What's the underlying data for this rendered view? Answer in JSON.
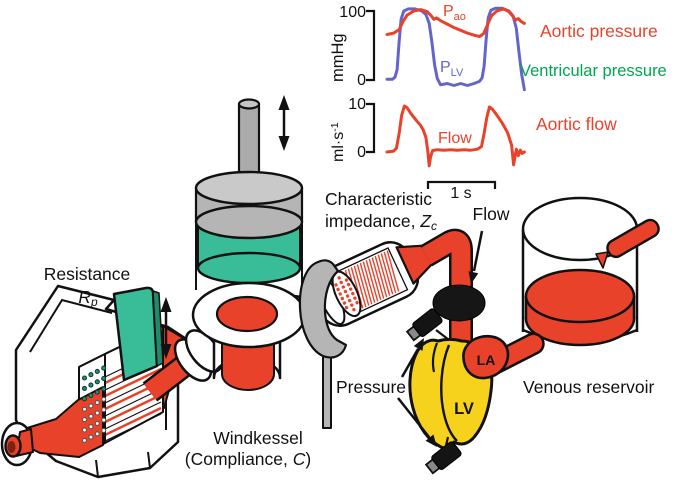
{
  "labels": {
    "resistance_title": "Resistance",
    "resistance_sym": "R",
    "resistance_sym_sub": "p",
    "windkessel_line1": "Windkessel",
    "windkessel_line2_a": "(Compliance, ",
    "windkessel_line2_sym": "C",
    "windkessel_line2_b": ")",
    "impedance_line1": "Characteristic",
    "impedance_line2_a": "impedance, ",
    "impedance_line2_sym": "Z",
    "impedance_line2_sub": "c",
    "flow": "Flow",
    "pressure": "Pressure",
    "reservoir": "Venous reservoir",
    "heart_la": "LA",
    "heart_lv": "LV"
  },
  "pressure_chart": {
    "unit": "mmHg",
    "tick_max": "100",
    "tick_min": "0",
    "pao_main": "P",
    "pao_sub": "ao",
    "plv_main": "P",
    "plv_sub": "LV",
    "legend_aortic": "Aortic pressure",
    "legend_ventricular": "Ventricular pressure"
  },
  "flow_chart": {
    "unit": "ml·s⁻¹",
    "unit_main": "ml·s",
    "unit_sup": "-1",
    "tick_max": "10",
    "tick_min": "0",
    "trace_label": "Flow",
    "legend": "Aortic flow",
    "scale_bar": "1 s"
  },
  "colors": {
    "red": "#e8432a",
    "blue": "#6465cc",
    "green_text": "#00a651",
    "teal": "#38bd98",
    "yellow": "#f6d21c",
    "gray": "#b5b5b5",
    "black": "#111111"
  },
  "chart_data": [
    {
      "type": "line",
      "title": "",
      "ylabel": "mmHg",
      "x_unit": "s",
      "ylim": [
        0,
        100
      ],
      "yticks": [
        0,
        100
      ],
      "x_scale_bar": "1 s",
      "legend_position": "right",
      "series": [
        {
          "name": "Aortic pressure",
          "label": "Pao",
          "color": "#e8432a",
          "x": [
            0.0,
            0.1,
            0.18,
            0.24,
            0.3,
            0.4,
            0.5,
            0.6,
            0.66,
            0.7,
            0.74,
            0.8,
            0.9,
            1.0,
            1.1,
            1.2,
            1.3,
            1.38,
            1.44,
            1.5,
            1.56,
            1.64,
            1.74,
            1.82,
            1.88,
            1.92,
            1.96,
            2.0,
            2.05
          ],
          "y": [
            66,
            68,
            73,
            85,
            94,
            100,
            102,
            99,
            93,
            88,
            90,
            86,
            81,
            76,
            72,
            68,
            65,
            63,
            67,
            80,
            93,
            100,
            103,
            99,
            92,
            87,
            89,
            85,
            82
          ]
        },
        {
          "name": "Ventricular pressure",
          "label": "PLV",
          "color": "#6465cc",
          "x": [
            0.0,
            0.08,
            0.12,
            0.15,
            0.18,
            0.21,
            0.25,
            0.32,
            0.42,
            0.52,
            0.58,
            0.63,
            0.67,
            0.71,
            0.75,
            0.8,
            0.9,
            1.0,
            1.1,
            1.2,
            1.3,
            1.38,
            1.42,
            1.45,
            1.48,
            1.51,
            1.55,
            1.62,
            1.72,
            1.82,
            1.88,
            1.93,
            1.97,
            2.01,
            2.05
          ],
          "y": [
            1,
            1,
            4,
            15,
            55,
            88,
            100,
            103,
            103,
            100,
            95,
            82,
            55,
            22,
            2,
            -7,
            -5,
            -8,
            -5,
            -8,
            -5,
            -2,
            3,
            20,
            60,
            90,
            101,
            104,
            104,
            100,
            93,
            75,
            40,
            8,
            -14
          ]
        }
      ]
    },
    {
      "type": "line",
      "title": "",
      "ylabel": "ml·s⁻¹",
      "x_unit": "s",
      "ylim": [
        0,
        10
      ],
      "yticks": [
        0,
        10
      ],
      "x_scale_bar": "1 s",
      "series": [
        {
          "name": "Aortic flow",
          "label": "Flow",
          "color": "#e8432a",
          "x": [
            0.0,
            0.1,
            0.14,
            0.18,
            0.22,
            0.26,
            0.3,
            0.36,
            0.44,
            0.5,
            0.54,
            0.58,
            0.61,
            0.63,
            0.65,
            0.68,
            0.75,
            0.85,
            0.95,
            1.05,
            1.15,
            1.25,
            1.35,
            1.41,
            1.45,
            1.49,
            1.53,
            1.58,
            1.64,
            1.72,
            1.8,
            1.86,
            1.89,
            1.91,
            1.93,
            1.96,
            1.99,
            2.02,
            2.05
          ],
          "y": [
            0,
            0.2,
            0.8,
            4,
            8,
            10,
            9.6,
            8.3,
            6.8,
            5.8,
            4.8,
            3.2,
            0,
            -3,
            -1,
            0.3,
            0.5,
            0.4,
            0.5,
            0.4,
            0.5,
            0.4,
            0.6,
            1.2,
            4,
            7.5,
            9.8,
            9.2,
            8,
            6.3,
            4.2,
            1.5,
            -2.8,
            -1,
            0.6,
            -0.8,
            0.4,
            -0.3,
            0
          ]
        }
      ]
    }
  ]
}
